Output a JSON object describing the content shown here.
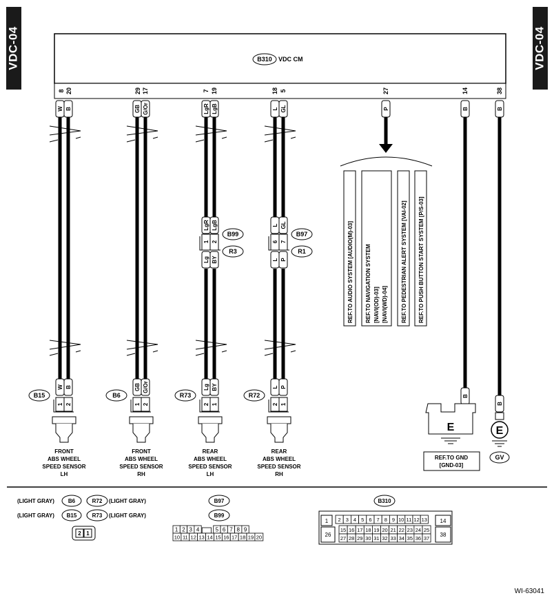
{
  "page": {
    "tag": "VDC-04",
    "figure_id": "WI-63041"
  },
  "module": {
    "id": "B310",
    "name": "VDC CM"
  },
  "pins": [
    "8",
    "20",
    "29",
    "17",
    "7",
    "19",
    "18",
    "5",
    "27",
    "14",
    "38"
  ],
  "wires": [
    "W",
    "B",
    "GB",
    "G/Or",
    "LgR",
    "LgB",
    "L",
    "GL",
    "P",
    "B",
    "B"
  ],
  "inline_connectors": {
    "b99": {
      "id": "B99",
      "pins": [
        "1",
        "2"
      ],
      "top_wires": [
        "LgR",
        "LgB"
      ]
    },
    "r3": {
      "id": "R3",
      "bottom_wires": [
        "Lg",
        "BY"
      ]
    },
    "b97": {
      "id": "B97",
      "pins": [
        "6",
        "7"
      ],
      "top_wires": [
        "L",
        "GL"
      ]
    },
    "r1": {
      "id": "R1",
      "bottom_wires": [
        "L",
        "P"
      ]
    }
  },
  "sensors": [
    {
      "conn": "B15",
      "wires": [
        "W",
        "B"
      ],
      "pins": [
        "1",
        "2"
      ],
      "label": [
        "FRONT",
        "ABS WHEEL",
        "SPEED SENSOR",
        "LH"
      ]
    },
    {
      "conn": "B6",
      "wires": [
        "GB",
        "G/Or"
      ],
      "pins": [
        "1",
        "2"
      ],
      "label": [
        "FRONT",
        "ABS WHEEL",
        "SPEED SENSOR",
        "RH"
      ]
    },
    {
      "conn": "R73",
      "wires": [
        "Lg",
        "BY"
      ],
      "pins": [
        "2",
        "1"
      ],
      "label": [
        "REAR",
        "ABS WHEEL",
        "SPEED SENSOR",
        "LH"
      ]
    },
    {
      "conn": "R72",
      "wires": [
        "L",
        "P"
      ],
      "pins": [
        "2",
        "1"
      ],
      "label": [
        "REAR",
        "ABS WHEEL",
        "SPEED SENSOR",
        "RH"
      ]
    }
  ],
  "references": [
    "REF.TO AUDIO SYSTEM [AUDIO(M)-03]",
    [
      "REF.TO NAVIGATION SYSTEM",
      "[NAVI(OD)-03]",
      "[NAVI(WD)-04]"
    ],
    "REF.TO PEDESTRIAN ALERT SYSTEM [VAI-02]",
    "REF.TO PUSH BUTTON START SYSTEM [P/S-03]"
  ],
  "ground": {
    "wire": "B",
    "symbol": "E",
    "ref": [
      "REF.TO GND",
      "[GND-03]"
    ],
    "gv_wire": "B",
    "gv_symbol": "E",
    "gv_label": "GV"
  },
  "legend": {
    "light_gray": "(LIGHT GRAY)",
    "rows": [
      {
        "left": "B6",
        "right": "R72"
      },
      {
        "left": "B15",
        "right": "R73"
      }
    ],
    "two_pin": [
      "2",
      "1"
    ],
    "b97_label": "B97",
    "b99_label": "B99",
    "b97_top": [
      "1",
      "2",
      "3",
      "4",
      "5",
      "6",
      "7",
      "8",
      "9"
    ],
    "b97_bottom": [
      "10",
      "11",
      "12",
      "13",
      "14",
      "15",
      "16",
      "17",
      "18",
      "19",
      "20"
    ],
    "b310_label": "B310",
    "b310_row1": [
      "2",
      "3",
      "4",
      "5",
      "6",
      "7",
      "8",
      "9",
      "10",
      "11",
      "12",
      "13"
    ],
    "b310_row2": [
      "15",
      "16",
      "17",
      "18",
      "19",
      "20",
      "21",
      "22",
      "23",
      "24",
      "25"
    ],
    "b310_row3": [
      "27",
      "28",
      "29",
      "30",
      "31",
      "32",
      "33",
      "34",
      "35",
      "36",
      "37"
    ],
    "b310_single": {
      "p1": "1",
      "p14": "14",
      "p26": "26",
      "p38": "38"
    }
  }
}
